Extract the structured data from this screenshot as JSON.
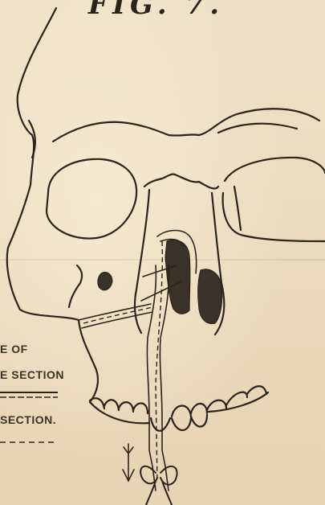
{
  "figure": {
    "title": "FIG. 7."
  },
  "legend": {
    "line1": "E OF",
    "line2": "E SECTION",
    "line3": "SECTION."
  }
}
